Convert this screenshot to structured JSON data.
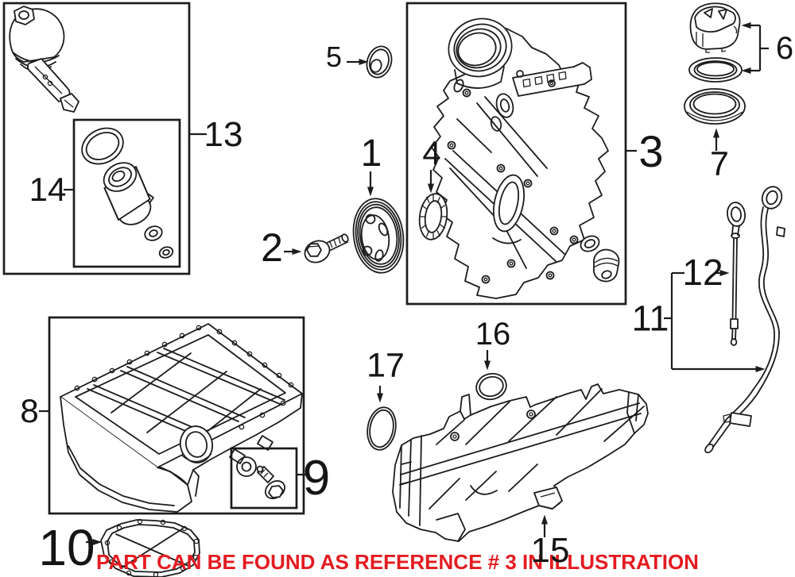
{
  "caption": {
    "text": "PART CAN BE FOUND AS REFERENCE # 3 IN ILLUSTRATION",
    "color": "#e41b20"
  },
  "colors": {
    "background": "#ffffff",
    "line_art": "#1c1c1c",
    "caption_red": "#e41b20"
  },
  "reference_labels": {
    "r1": "1",
    "r2": "2",
    "r3": "3",
    "r4": "4",
    "r5": "5",
    "r6": "6",
    "r7": "7",
    "r8": "8",
    "r9": "9",
    "r10": "10",
    "r11": "11",
    "r12": "12",
    "r13": "13",
    "r14": "14",
    "r15": "15",
    "r16": "16",
    "r17": "17"
  }
}
